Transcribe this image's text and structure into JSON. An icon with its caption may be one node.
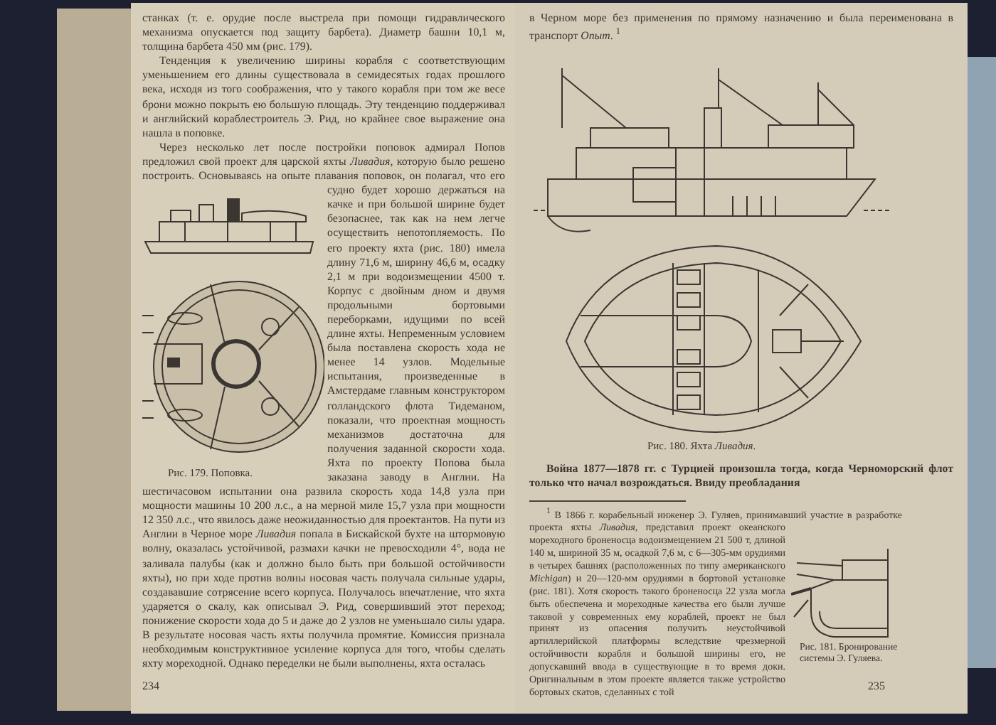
{
  "diagram": {
    "labels": [
      "станках (т. е. орудие после выстрела при помощи гидравлического механизма опускается под защиту барбета). Диаметр башни 10,1 м, толщина барбета 450 мм (рис. 179).",
      "Тенденция к увеличению ширины корабля с соответствующим уменьшением его длины существовала в семидесятых годах прошлого века, исходя из того соображения, что у такого корабля при том же весе брони можно покрыть ею большую площадь. Эту тенденцию поддерживал и английский кораблестроитель Э. Рид, но крайнее свое выражение она нашла в поповке.",
      "Через несколько лет после постройки поповок адмирал Попов предложил свой проект для царской яхты *Ливадия*, которую было решено построить. Основываясь на опыте плавания поповок, он полагал, что его судно будет хорошо держаться на качке и при большой ширине будет безопаснее, так как на нем легче осуществить непотопляемость. По его проекту яхта (рис. 180) имела длину 71,6 м, ширину 46,6 м, осадку 2,1 м при водоизмещении 4500 т. Корпус с двойным дном и двумя продольными бортовыми переборками, идущими по всей длине яхты. Непременным условием была поставлена скорость хода не менее 14 узлов. Модельные испытания, произведенные в Амстердаме главным конструктором голландского флота Тидеманом, показали, что проектная мощность механизмов достаточна для получения заданной скорости хода. Яхта по проекту Попова была заказана заводу в Англии. На шестичасовом испытании она развила скорость хода 14,8 узла при мощности машины 10 200 л.с., а на мерной миле 15,7 узла при мощности 12 350 л.с., что явилось даже неожиданностью для проектантов. На пути из Англии в Черное море *Ливадия* попала в Бискайской бухте на штормовую волну, оказалась устойчивой, размахи качки не превосходили 4°, вода не заливала палубы (как и должно было быть при большой остойчивости яхты), но при ходе против волны носовая часть получала сильные удары, создававшие сотрясение всего корпуса. Получалось впечатление, что яхта ударяется о скалу, как описывал Э. Рид, совершивший этот переход; понижение скорости хода до 5 и даже до 2 узлов не уменьшало силы удара. В результате носовая часть яхты получила промятие. Комиссия признала необходимым конструктивное усиление корпуса для того, чтобы сделать яхту мореходной. Однако переделки не были выполнены, яхта осталась",
      "Рис. 179. Поповка.",
      "234",
      "в Черном море без применения по прямому назначению и была переименована в транспорт *Опыт*. $^{1}$",
      "Рис. 180. Яхта *Ливадия*.",
      "Война 1877—1878 гг. с Турцией произошла тогда, когда Черноморский флот только что начал возрождаться. Ввиду преобладания",
      "$^{1}$ В 1866 г. корабельный инженер Э. Гуляев, принимавший участие в разработке проекта яхты *Ливадия*, представил проект океанского мореходного броненосца водоизмещением 21 500 т, длиной 140 м, шириной 35 м, осадкой 7,6 м, с 6—305-мм орудиями в четырех башнях (расположенных по типу американского *Michigan*) и 20—120-мм орудиями в бортовой установке (рис. 181). Хотя скорость такого броненосца 22 узла могла быть обеспечена и мореходные качества его были лучше таковой у современных ему кораблей, проект не был принят из опасения получить неустойчивой артиллерийской платформы вследствие чрезмерной остойчивости корабля и большой ширины его, не допускавший ввода в существующие в то время доки. Оригинальным в этом проекте является также устройство бортовых скатов, сделанных с той",
      "Рис. 181. Бронирование системы Э. Гуляева.",
      "235"
    ]
  }
}
